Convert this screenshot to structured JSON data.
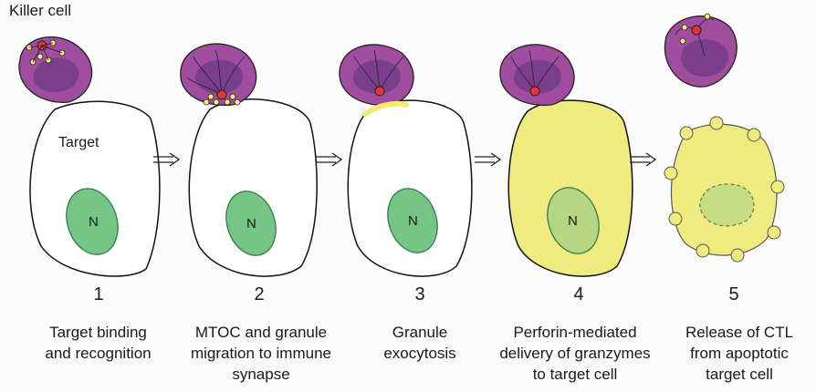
{
  "killer_cell_label": "Killer cell",
  "target_label": "Target",
  "nucleus_label": "N",
  "steps": [
    {
      "number": "1",
      "caption": "Target binding\nand recognition"
    },
    {
      "number": "2",
      "caption": "MTOC and granule\nmigration to immune\nsynapse"
    },
    {
      "number": "3",
      "caption": "Granule\nexocytosis"
    },
    {
      "number": "4",
      "caption": "Perforin-mediated\ndelivery of granzymes\nto target cell"
    },
    {
      "number": "5",
      "caption": "Release of CTL\nfrom apoptotic\ntarget cell"
    }
  ],
  "colors": {
    "killer_cell": "#a14d9f",
    "killer_nucleus": "#7b3e8c",
    "mtoc": "#e8323a",
    "granule": "#f4ee7a",
    "target_nucleus": "#77c487",
    "granzyme_fill": "#efeb7e"
  }
}
